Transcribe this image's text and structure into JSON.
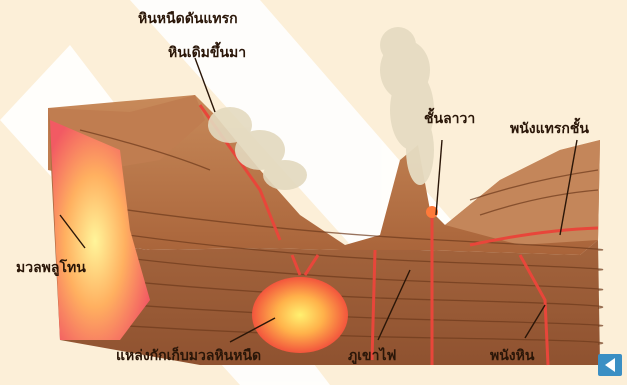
{
  "labels": {
    "intrusive_rock_top": "หินหนืดดันแทรก",
    "original_rock": "หินเดิมขึ้นมา",
    "lava_layer": "ชั้นลาวา",
    "sill": "พนังแทรกชั้น",
    "pluton": "มวลพลูโทน",
    "magma_chamber": "แหล่งกักเก็บมวลหินหนืด",
    "volcano": "ภูเขาไฟ",
    "dike": "พนังหิน"
  },
  "icons": {
    "nav": "back-arrow-icon"
  },
  "colors": {
    "background": "#fcefd8",
    "accent": "#3a8fc4",
    "magma": "#ff5a3c",
    "rock": "#b06a3f"
  }
}
